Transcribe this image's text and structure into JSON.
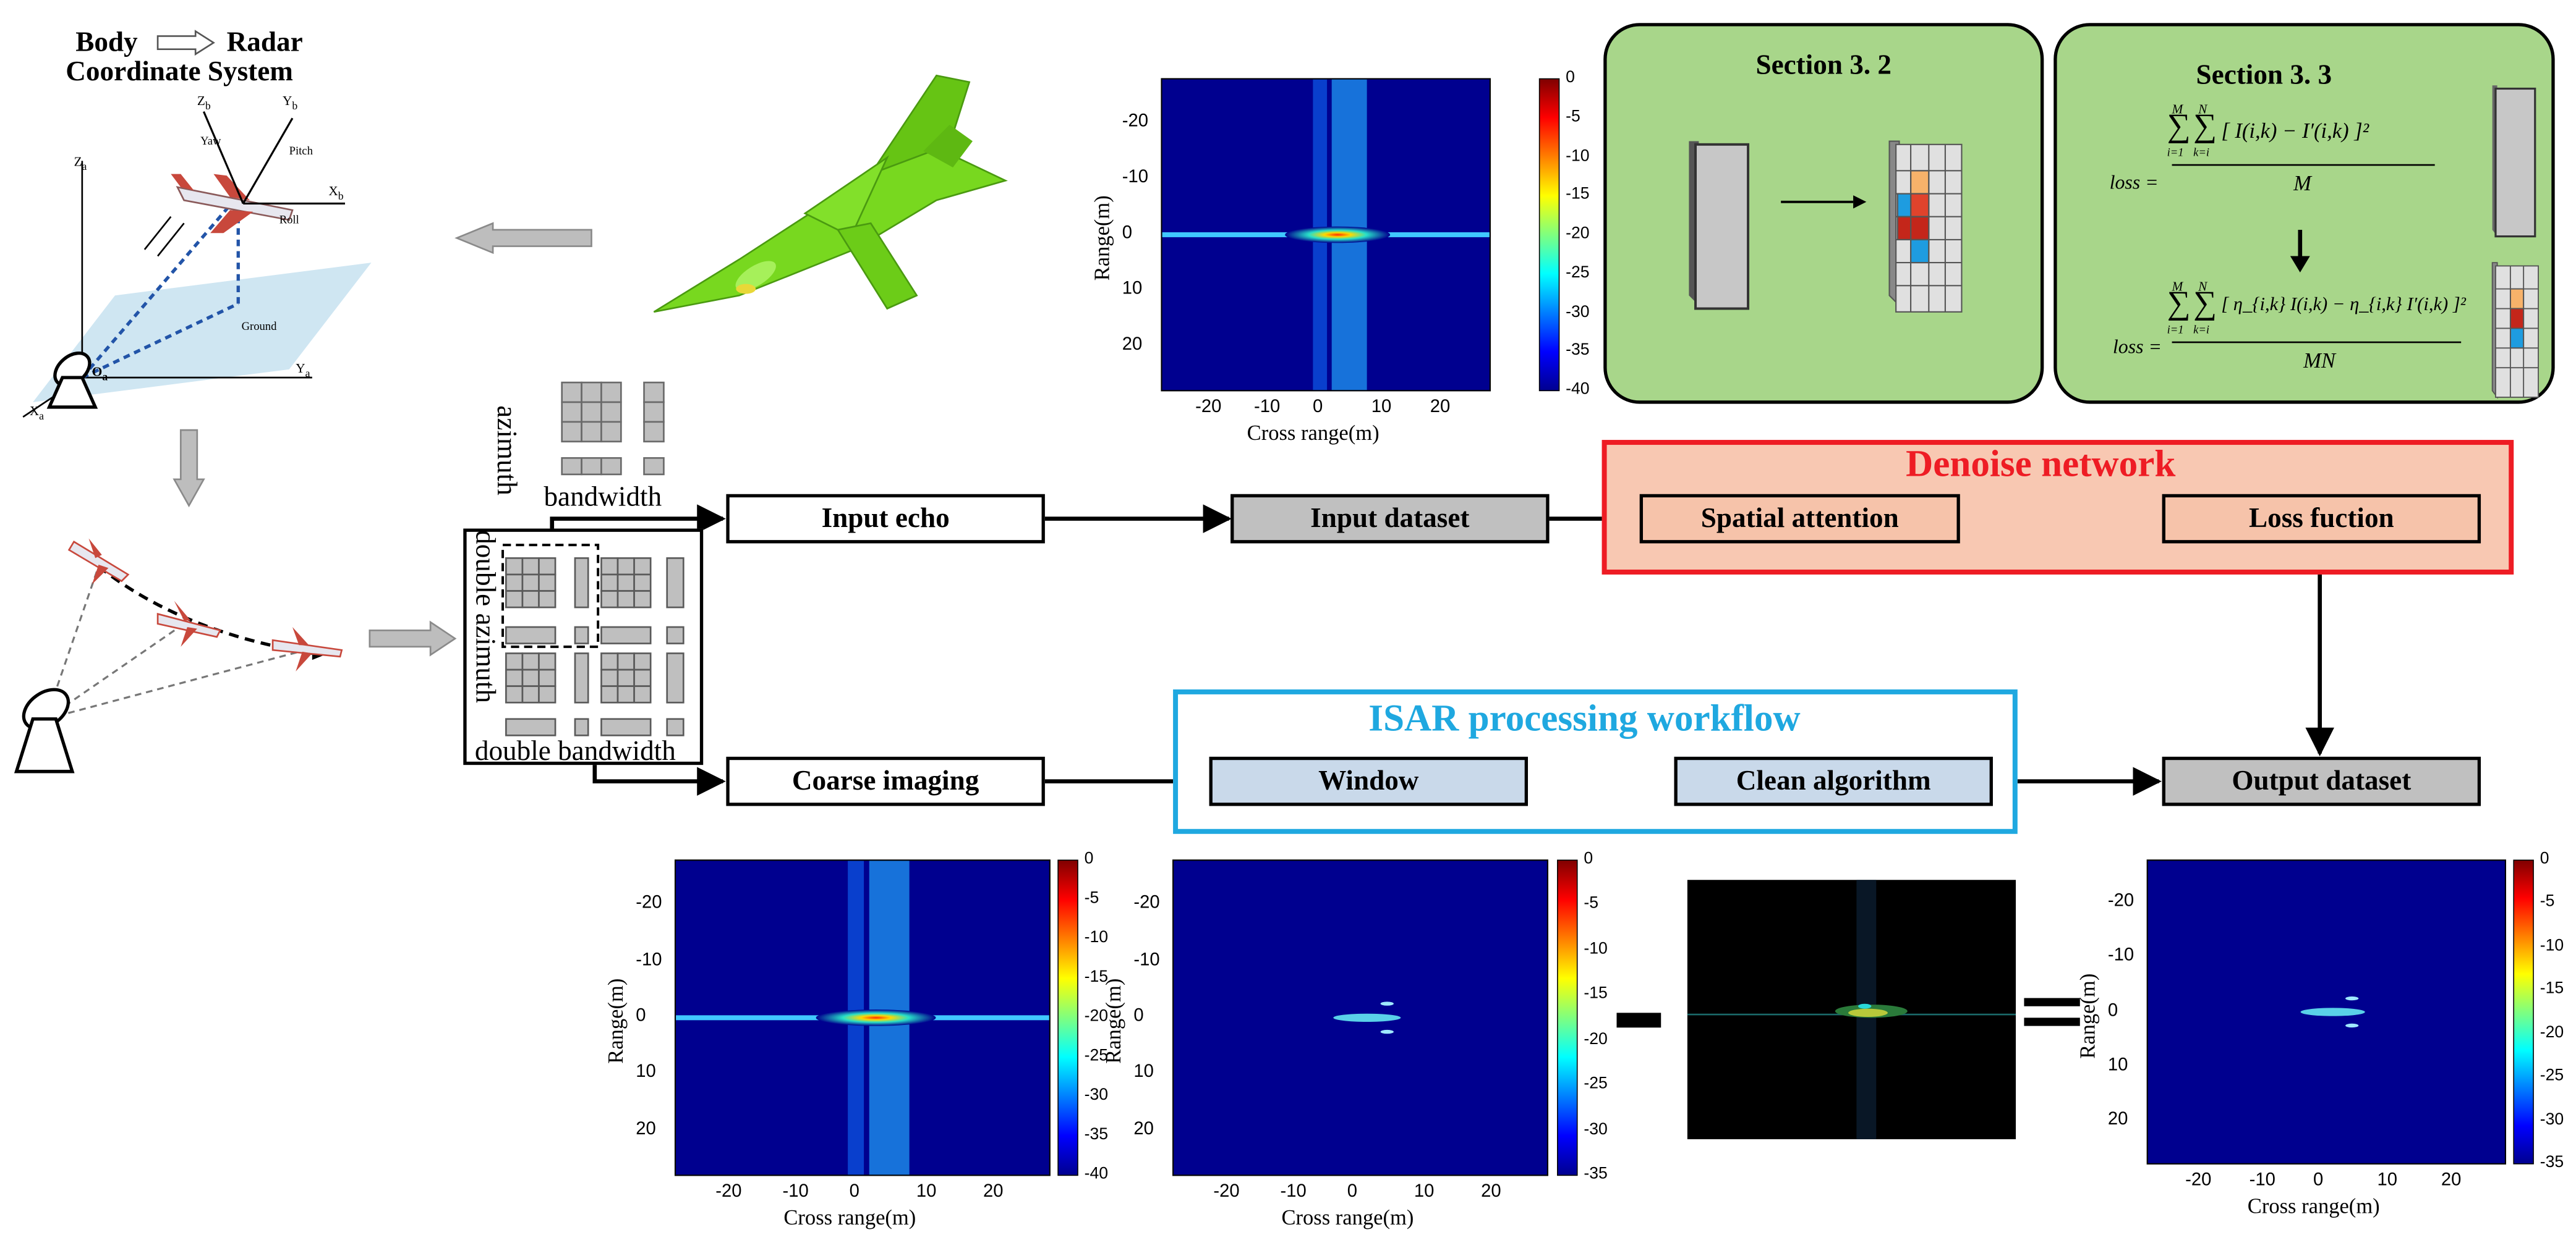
{
  "coordinate_labels": {
    "body": "Body",
    "radar": "Radar",
    "system": "Coordinate System",
    "yaw": "Yaw",
    "pitch": "Pitch",
    "roll": "Roll",
    "ground": "Ground",
    "zb": "Z",
    "yb": "Y",
    "xb": "X",
    "za": "Z",
    "ya": "Y",
    "xa": "X",
    "oa": "O"
  },
  "data_cube_labels": {
    "azimuth": "azimuth",
    "bandwidth": "bandwidth",
    "double_azimuth": "double azimuth",
    "double_bandwidth": "double bandwidth"
  },
  "process_boxes": {
    "input_echo": "Input echo",
    "input_dataset": "Input dataset",
    "spatial_attention": "Spatial attention",
    "loss_function": "Loss fuction",
    "coarse_imaging": "Coarse imaging",
    "window": "Window",
    "clean_algorithm": "Clean algorithm",
    "output_dataset": "Output dataset"
  },
  "group_titles": {
    "denoise": "Denoise network",
    "isar": "ISAR processing workflow",
    "section32": "Section 3. 2",
    "section33": "Section 3. 3"
  },
  "formulas": {
    "loss": "loss =",
    "mse_num": "[ I(i,k) − I′(i,k) ]²",
    "mse_den": "M",
    "wmse_num": "[ η_{i,k} I(i,k) − η_{i,k} I′(i,k) ]²",
    "wmse_den": "MN",
    "sum_upper_m": "M",
    "sum_upper_n": "N",
    "sum_lower_i": "i=1",
    "sum_lower_k": "k=i"
  },
  "operators": {
    "minus": "−",
    "equals": "="
  },
  "colors": {
    "red": "#ee1c24",
    "blue": "#1fa8e0",
    "green_panel": "#a8d68a",
    "salmon": "#f6c3aa",
    "light_blue": "#c9d9ea",
    "grey": "#c0c0c0",
    "jet_background": "#00008f"
  },
  "isar_images": [
    {
      "id": "top",
      "xlabel": "Cross range(m)",
      "ylabel": "Range(m)",
      "xticks": [
        "-20",
        "-10",
        "0",
        "10",
        "20"
      ],
      "yticks": [
        "-20",
        "-10",
        "0",
        "10",
        "20"
      ],
      "colorbar_ticks": [
        "0",
        "-5",
        "-10",
        "-15",
        "-20",
        "-25",
        "-30",
        "-35",
        "-40"
      ],
      "colorbar_range": [
        -40,
        0
      ]
    },
    {
      "id": "coarse",
      "xlabel": "Cross range(m)",
      "ylabel": "Range(m)",
      "xticks": [
        "-20",
        "-10",
        "0",
        "10",
        "20"
      ],
      "yticks": [
        "-20",
        "-10",
        "0",
        "10",
        "20"
      ],
      "colorbar_ticks": [
        "0",
        "-5",
        "-10",
        "-15",
        "-20",
        "-25",
        "-30",
        "-35",
        "-40"
      ],
      "colorbar_range": [
        -40,
        0
      ]
    },
    {
      "id": "clean",
      "xlabel": "Cross range(m)",
      "ylabel": "Range(m)",
      "xticks": [
        "-20",
        "-10",
        "0",
        "10",
        "20"
      ],
      "yticks": [
        "-20",
        "-10",
        "0",
        "10",
        "20"
      ],
      "colorbar_ticks": [
        "0",
        "-5",
        "-10",
        "-15",
        "-20",
        "-25",
        "-30",
        "-35"
      ],
      "colorbar_range": [
        -35,
        0
      ]
    },
    {
      "id": "output",
      "xlabel": "Cross range(m)",
      "ylabel": "Range(m)",
      "xticks": [
        "-20",
        "-10",
        "0",
        "10",
        "20"
      ],
      "yticks": [
        "-20",
        "-10",
        "0",
        "10",
        "20"
      ],
      "colorbar_ticks": [
        "0",
        "-5",
        "-10",
        "-15",
        "-20",
        "-25",
        "-30",
        "-35"
      ],
      "colorbar_range": [
        -35,
        0
      ]
    }
  ]
}
